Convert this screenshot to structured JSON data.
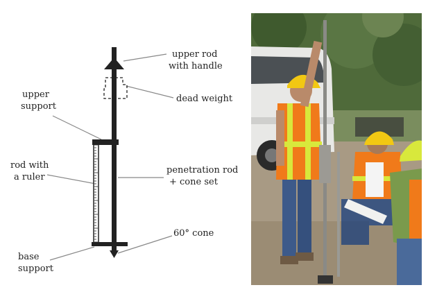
{
  "diagram": {
    "labels": {
      "upper_rod_line1": "upper rod",
      "upper_rod_line2": "with handle",
      "dead_weight": "dead weight",
      "upper_support_line1": "upper",
      "upper_support_line2": "support",
      "rod_ruler_line1": "rod with",
      "rod_ruler_line2": "a ruler",
      "penetration_line1": "penetration rod",
      "penetration_line2": "+ cone set",
      "cone": "60° cone",
      "base_line1": "base",
      "base_line2": "support"
    }
  },
  "photo": {
    "scene": "field crew performing dynamic cone penetration test",
    "colors": {
      "vest": "#f07a1a",
      "reflective_stripe": "#d8e83c",
      "hard_hat": "#f2c813",
      "foliage": "#4f6a3a",
      "truck": "#e8e8e6",
      "ground": "#a89a84"
    }
  }
}
